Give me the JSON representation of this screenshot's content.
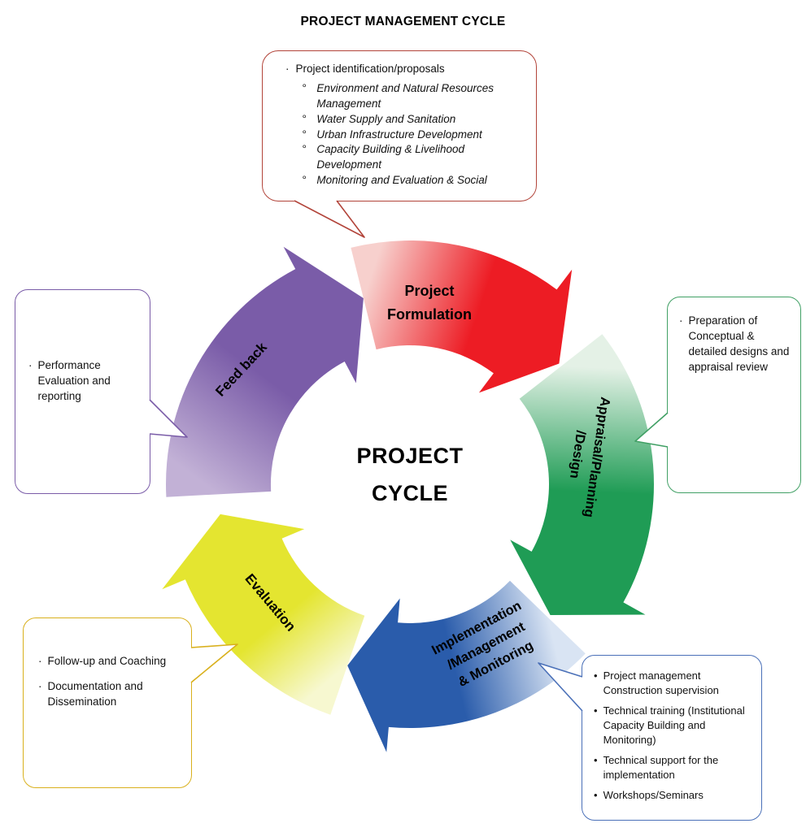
{
  "title": "PROJECT MANAGEMENT CYCLE",
  "center": {
    "line1": "PROJECT",
    "line2": "CYCLE"
  },
  "segments": {
    "formulation": {
      "label_line1": "Project",
      "label_line2": "Formulation",
      "color": "#ed1c24",
      "tail_color": "#f7d0cd"
    },
    "appraisal": {
      "label_line1": "Appraisal/Planning",
      "label_line2": "/Design",
      "color": "#1f9c55",
      "tail_color": "#e4f1e6"
    },
    "implementation": {
      "label_line1": "Implementation",
      "label_line2": "/Management",
      "label_line3": "& Monitoring",
      "color": "#2a5cab",
      "tail_color": "#d9e4f3"
    },
    "evaluation": {
      "label_line1": "Evaluation",
      "color": "#e4e530",
      "tail_color": "#f7f8d0"
    },
    "feedback": {
      "label_line1": "Feed back",
      "color": "#7a5ca8",
      "tail_color": "#c2b1d6"
    }
  },
  "callouts": {
    "formulation": {
      "border_color": "#b2443a",
      "bullet": "·",
      "title": "Project identification/proposals",
      "sub_bullet": "°",
      "items": [
        "Environment and Natural Resources Management",
        "Water Supply and Sanitation",
        "Urban Infrastructure Development",
        "Capacity Building & Livelihood Development",
        "Monitoring and Evaluation & Social"
      ]
    },
    "appraisal": {
      "border_color": "#41a065",
      "bullet": "·",
      "items": [
        "Preparation of Conceptual & detailed designs and appraisal review"
      ]
    },
    "feedback": {
      "border_color": "#7a5ca8",
      "bullet": "·",
      "items": [
        "Performance Evaluation and reporting"
      ]
    },
    "evaluation": {
      "border_color": "#d9b01c",
      "bullet": "·",
      "items": [
        "Follow-up and Coaching",
        "Documentation and Dissemination"
      ]
    },
    "implementation": {
      "border_color": "#4a70b8",
      "bullet": "•",
      "items": [
        "Project management Construction supervision",
        "Technical training (Institutional Capacity Building and Monitoring)",
        "Technical support for the implementation",
        "Workshops/Seminars"
      ]
    }
  }
}
